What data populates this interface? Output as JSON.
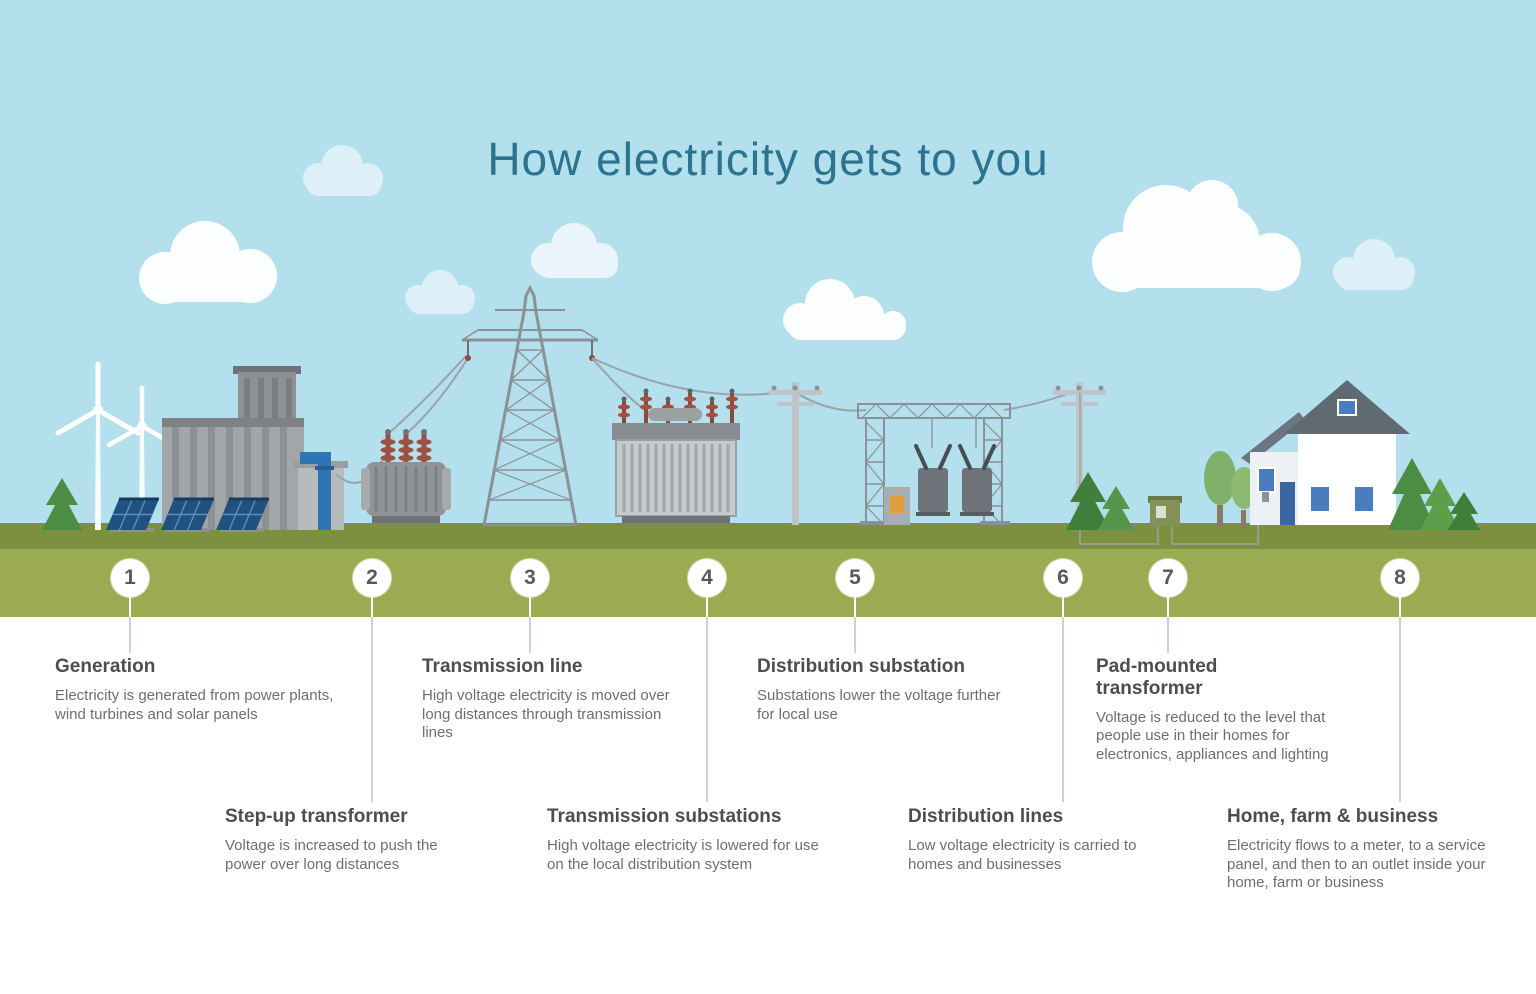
{
  "title": "How electricity gets to you",
  "colors": {
    "sky": "#b4dfec",
    "ground_dark": "#7d9040",
    "ground_light": "#9aab52",
    "title_text": "#2c7390",
    "heading_text": "#4d4d4f",
    "body_text": "#6d6e71",
    "circle_background": "#ffffff",
    "circle_text": "#58595b",
    "connector_line": "#c9d3d8",
    "accent_blue": "#2e75b5",
    "bushing_brown": "#8c4a3a"
  },
  "scene": {
    "icons": [
      "cloud-icon",
      "wind-turbine-icon",
      "solar-panel-icon",
      "power-plant-icon",
      "step-up-transformer-icon",
      "transmission-tower-icon",
      "power-line-icon",
      "transmission-substation-icon",
      "utility-pole-icon",
      "distribution-substation-icon",
      "pad-mounted-transformer-icon",
      "house-icon",
      "tree-icon"
    ]
  },
  "steps": [
    {
      "number": "1",
      "heading": "Generation",
      "body": "Electricity is generated from power plants, wind turbines and solar panels"
    },
    {
      "number": "2",
      "heading": "Step-up transformer",
      "body": "Voltage is increased to push the power over long distances"
    },
    {
      "number": "3",
      "heading": "Transmission line",
      "body": "High voltage electricity is moved over long distances through transmission lines"
    },
    {
      "number": "4",
      "heading": "Transmission substations",
      "body": "High voltage electricity is lowered for use on the local distribution system"
    },
    {
      "number": "5",
      "heading": "Distribution substation",
      "body": "Substations lower the voltage further for local use"
    },
    {
      "number": "6",
      "heading": "Distribution lines",
      "body": "Low voltage electricity is carried to homes and businesses"
    },
    {
      "number": "7",
      "heading": "Pad-mounted transformer",
      "body": "Voltage is reduced to the level that people use in their homes for electronics, appliances and lighting"
    },
    {
      "number": "8",
      "heading": "Home, farm & business",
      "body": "Electricity flows to a meter, to a service panel, and then to an outlet inside your home, farm or business"
    }
  ]
}
